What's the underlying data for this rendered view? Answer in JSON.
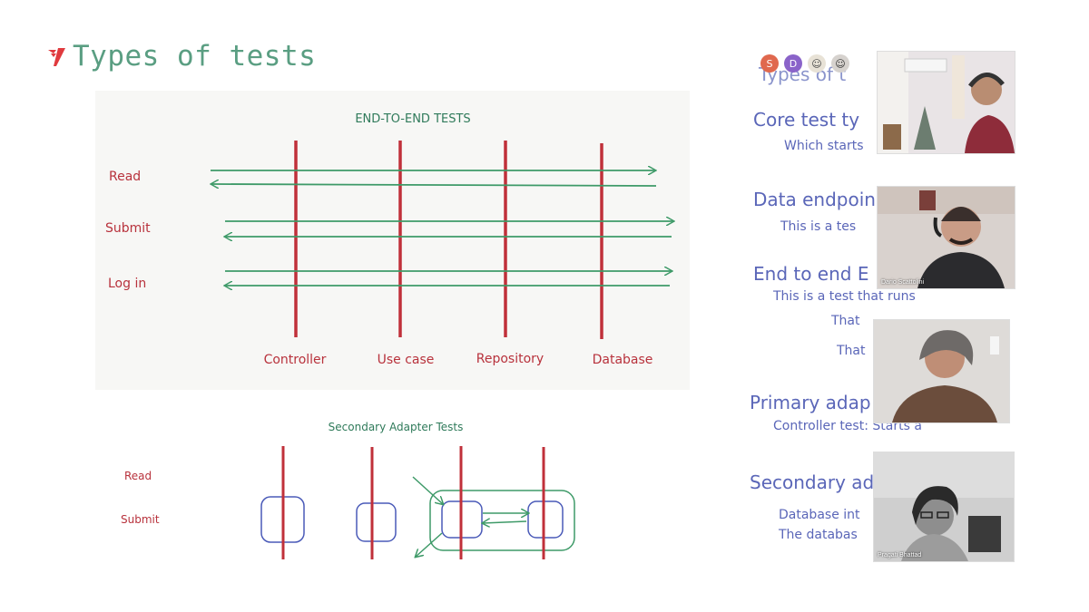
{
  "slide": {
    "title": "Types of tests",
    "brand_color": "#e03a3e",
    "title_color": "#5a9e82"
  },
  "diagram1": {
    "title": "END-TO-END TESTS",
    "rows": [
      "Read",
      "Submit",
      "Log in"
    ],
    "columns": [
      "Controller",
      "Use case",
      "Repository",
      "Database"
    ],
    "colors": {
      "line": "#c0303a",
      "arrow": "#3e9a68",
      "label": "#b8323c",
      "title": "#2f7a5a"
    }
  },
  "diagram2": {
    "title": "Secondary Adapter Tests",
    "rows": [
      "Read",
      "Submit"
    ],
    "colors": {
      "box": "#4a5ab8"
    }
  },
  "notes": {
    "items": [
      "Types of t",
      "Core test ty",
      "Which starts",
      "Data endpoin",
      "This is a tes",
      "End to end E",
      "This is a test that runs",
      "That",
      "That",
      "Primary adap",
      "Controller test: Starts a",
      "Secondary ad",
      "Database int",
      "The databas"
    ],
    "color": "#5a66b8"
  },
  "call": {
    "avatars": [
      {
        "letter": "S",
        "color": "#e0684e"
      },
      {
        "letter": "D",
        "color": "#8a63c9"
      }
    ],
    "participants": [
      {
        "name": ""
      },
      {
        "name": "Dario Scattolini"
      },
      {
        "name": ""
      },
      {
        "name": "Pragati Bhattad"
      }
    ]
  }
}
